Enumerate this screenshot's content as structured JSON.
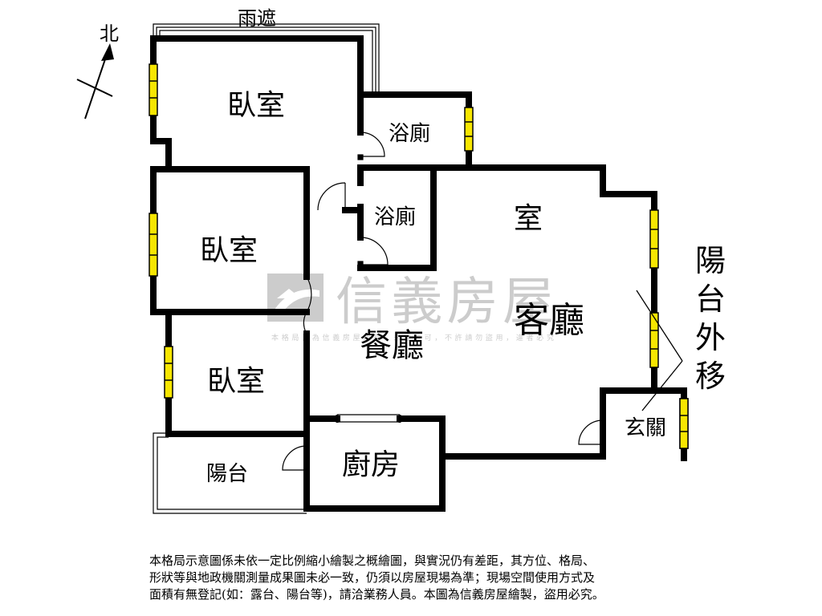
{
  "compass": {
    "label": "北"
  },
  "rooms": {
    "canopy": "雨遮",
    "bedroom_1": "臥室",
    "bathroom_1": "浴廁",
    "bedroom_2": "臥室",
    "bathroom_2": "浴廁",
    "room": "室",
    "dining": "餐廳",
    "living": "客廳",
    "bedroom_3": "臥室",
    "balcony": "陽台",
    "kitchen": "廚房",
    "entrance": "玄關"
  },
  "annotation": {
    "balcony_moved": [
      "陽",
      "台",
      "外",
      "移"
    ]
  },
  "watermark": {
    "brand": "信義房屋",
    "notice": "本格局圖為信義房屋所有，未經許可，不許請勿盜用，違者必究"
  },
  "disclaimer": [
    "本格局示意圖係未依一定比例縮小繪製之概繪圖，與實況仍有差距，其方位、格局、",
    "形狀等與地政機關測量成果圖未必一致，仍須以房屋現場為準；現場空間使用方式及",
    "面積有無登記(如：露台、陽台等)，請洽業務人員。本圖為信義房屋繪製，盜用必究。"
  ],
  "colors": {
    "wall": "#000000",
    "window": "#f7e600",
    "watermark": "#bdbdbd"
  }
}
